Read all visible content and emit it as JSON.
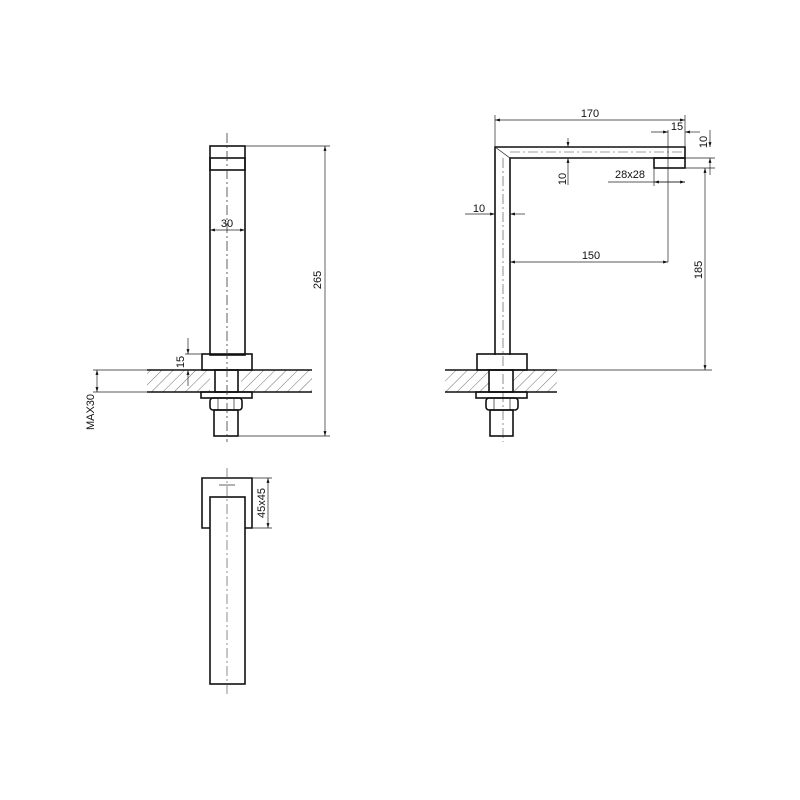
{
  "front_view": {
    "dim_height": "265",
    "dim_width": "30",
    "dim_base": "15",
    "dim_counter_max": "MAX30"
  },
  "side_view": {
    "dim_reach_total": "170",
    "dim_outlet_offset": "15",
    "dim_arm_thickness_right": "10",
    "dim_arm_thickness": "10",
    "dim_outlet_size": "28x28",
    "dim_pipe_thickness": "10",
    "dim_reach": "150",
    "dim_outlet_height": "185"
  },
  "top_view": {
    "dim_base_size": "45x45"
  },
  "colors": {
    "line": "#111111",
    "background": "#ffffff"
  }
}
